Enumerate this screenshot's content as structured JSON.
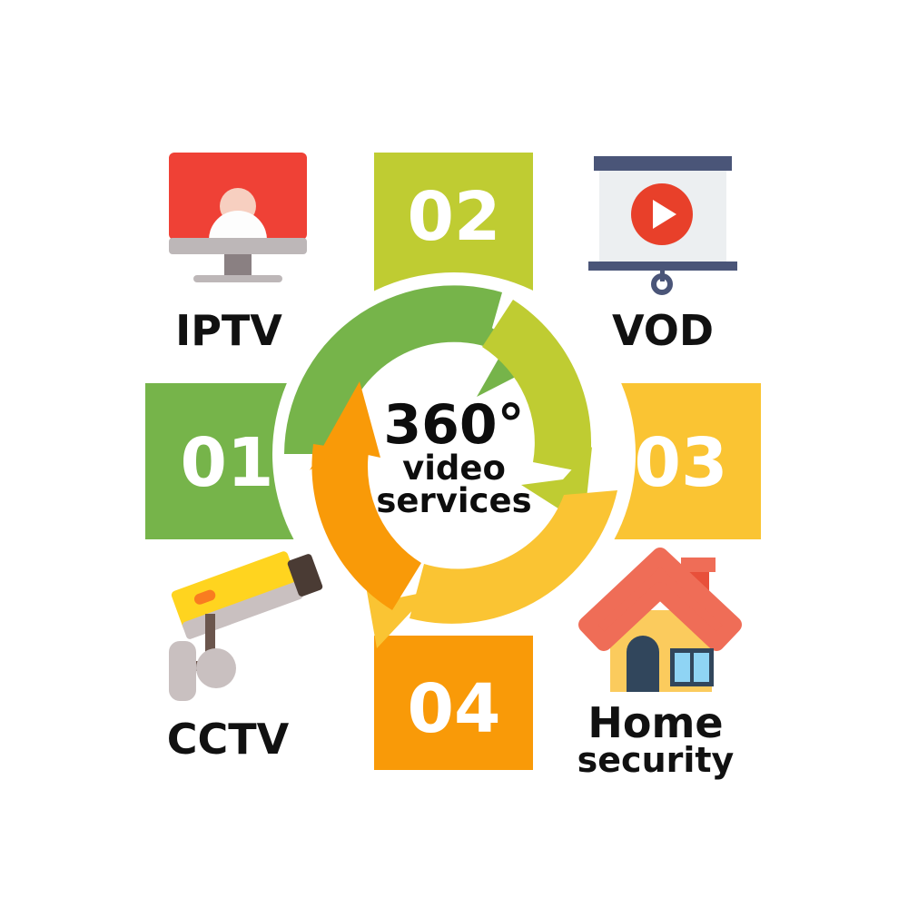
{
  "title": "360 video services cycle diagram",
  "background_color": "#ffffff",
  "center": {
    "line1": "360°",
    "line2": "video",
    "line3": "services"
  },
  "palette": {
    "step01_green": "#76b44a",
    "step02_yellow_green": "#bfcc32",
    "step03_amber": "#fac433",
    "step04_orange": "#f99a08",
    "text_dark": "#111111",
    "number_text": "#ffffff",
    "monitor_red": "#ef4136",
    "monitor_gray": "#bdb7b8",
    "monitor_stand": "#8a8082",
    "person_head": "#f7cfc0",
    "person_body": "#fdfdfd",
    "screen_navy": "#4a5578",
    "screen_light": "#eceff1",
    "play_red": "#e8402a",
    "camera_yellow": "#ffd41f",
    "camera_yellow_light": "#f5df6e",
    "camera_gray": "#c9c0c0",
    "camera_lens": "#4a3b34",
    "camera_light": "#f97c20",
    "house_body": "#fbcb5d",
    "house_roof": "#ef6d57",
    "house_chimney": "#e8503a",
    "house_door": "#31465c",
    "house_window": "#8fd4f4"
  },
  "steps": [
    {
      "id": "step-01",
      "number": "01",
      "label": "CCTV",
      "label_sub": "",
      "color": "#76b44a",
      "icon": "cctv-camera-icon",
      "position": "left"
    },
    {
      "id": "step-02",
      "number": "02",
      "label": "IPTV",
      "label_sub": "",
      "color": "#bfcc32",
      "icon": "monitor-user-icon",
      "position": "top"
    },
    {
      "id": "step-03",
      "number": "03",
      "label": "VOD",
      "label_sub": "",
      "color": "#fac433",
      "icon": "projector-screen-play-icon",
      "position": "right"
    },
    {
      "id": "step-04",
      "number": "04",
      "label": "Home",
      "label_sub": "security",
      "color": "#f99a08",
      "icon": "house-icon",
      "position": "bottom"
    }
  ],
  "labels": {
    "iptv": "IPTV",
    "vod": "VOD",
    "cctv": "CCTV",
    "home_main": "Home",
    "home_sub": "security"
  },
  "numbers": {
    "one": "01",
    "two": "02",
    "three": "03",
    "four": "04"
  },
  "arrows": [
    {
      "name": "arrow-green-01-to-02",
      "color": "#76b44a",
      "direction": "clockwise-top-left-to-top-right"
    },
    {
      "name": "arrow-yellowgreen-02-to-03",
      "color": "#bfcc32",
      "direction": "clockwise-top-right-to-bottom-right"
    },
    {
      "name": "arrow-amber-03-to-04",
      "color": "#fac433",
      "direction": "clockwise-bottom-right-to-bottom-left"
    },
    {
      "name": "arrow-orange-04-to-01",
      "color": "#f99a08",
      "direction": "clockwise-bottom-left-to-top-left"
    }
  ]
}
